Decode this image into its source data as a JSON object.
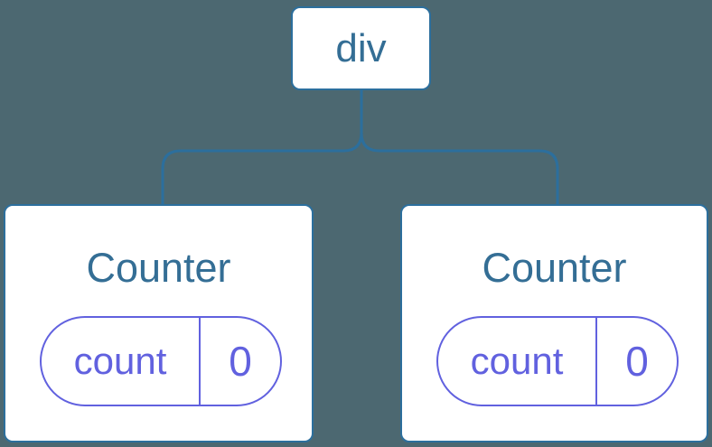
{
  "diagram": {
    "root_node": {
      "label": "div"
    },
    "children": [
      {
        "title": "Counter",
        "state_key": "count",
        "state_value": "0"
      },
      {
        "title": "Counter",
        "state_key": "count",
        "state_value": "0"
      }
    ]
  },
  "colors": {
    "canvas_background": "#4C6871",
    "node_fill": "#FFFFFF",
    "node_border": "#2C6F9D",
    "node_text": "#346E95",
    "connector": "#2C6F9D",
    "state_accent": "#6161DF"
  }
}
